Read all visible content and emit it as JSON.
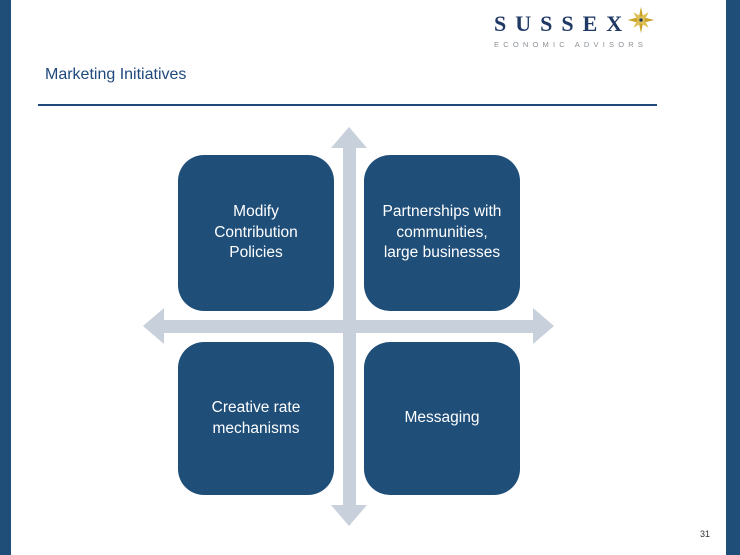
{
  "slide": {
    "title": "Marketing Initiatives",
    "page_number": "31"
  },
  "logo": {
    "name": "SUSSEX",
    "subtitle": "ECONOMIC ADVISORS"
  },
  "diagram": {
    "type": "quadrant-matrix",
    "quadrants": [
      {
        "position": "top-left",
        "label": "Modify Contribution Policies"
      },
      {
        "position": "top-right",
        "label": "Partnerships with communities, large businesses"
      },
      {
        "position": "bottom-left",
        "label": "Creative rate mechanisms"
      },
      {
        "position": "bottom-right",
        "label": "Messaging"
      }
    ],
    "axes": "two crossed double-headed arrows"
  },
  "colors": {
    "navy": "#1F4E79",
    "title_blue": "#1F497D",
    "arrow_gray": "#C8D0DB",
    "logo_navy": "#1F3864",
    "logo_gold": "#C9A227",
    "subtitle_gray": "#8C9196"
  }
}
